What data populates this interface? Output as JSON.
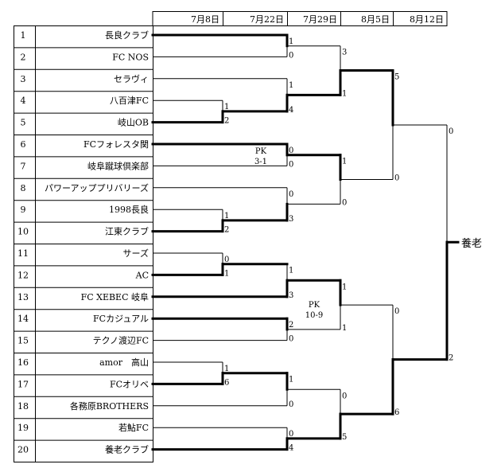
{
  "dates": [
    "7月8日",
    "7月22日",
    "7月29日",
    "8月5日",
    "8月12日"
  ],
  "teams": [
    {
      "num": "1",
      "name": "長良クラブ"
    },
    {
      "num": "2",
      "name": "FC NOS"
    },
    {
      "num": "3",
      "name": "セラヴィ"
    },
    {
      "num": "4",
      "name": "八百津FC"
    },
    {
      "num": "5",
      "name": "岐山OB"
    },
    {
      "num": "6",
      "name": "FCフォレスタ関"
    },
    {
      "num": "7",
      "name": "岐阜蹴球倶楽部"
    },
    {
      "num": "8",
      "name": "パワーアッププリバリーズ"
    },
    {
      "num": "9",
      "name": "1998長良"
    },
    {
      "num": "10",
      "name": "江東クラブ"
    },
    {
      "num": "11",
      "name": "サーズ"
    },
    {
      "num": "12",
      "name": "AC"
    },
    {
      "num": "13",
      "name": "FC XEBEC 岐阜"
    },
    {
      "num": "14",
      "name": "FCカジュアル"
    },
    {
      "num": "15",
      "name": "テクノ渡辺FC"
    },
    {
      "num": "16",
      "name": "amor　高山"
    },
    {
      "num": "17",
      "name": "FCオリベ"
    },
    {
      "num": "18",
      "name": "各務原BROTHERS"
    },
    {
      "num": "19",
      "name": "若鮎FC"
    },
    {
      "num": "20",
      "name": "養老クラブ"
    }
  ],
  "pk_notes": [
    {
      "label": "PK",
      "score": "3-1"
    },
    {
      "label": "PK",
      "score": "10-9"
    }
  ],
  "champion": "養老",
  "scores": {
    "r1": [
      {
        "top": "1",
        "bottom": "2"
      },
      {
        "top": "1",
        "bottom": "2"
      },
      {
        "top": "0",
        "bottom": "1"
      },
      {
        "top": "1",
        "bottom": "6"
      }
    ],
    "r2": [
      {
        "top": "1",
        "bottom": "0"
      },
      {
        "top": "1",
        "bottom": "4"
      },
      {
        "top": "0",
        "bottom": "0"
      },
      {
        "top": "0",
        "bottom": "3"
      },
      {
        "top": "1",
        "bottom": "3"
      },
      {
        "top": "2",
        "bottom": "0"
      },
      {
        "top": "1",
        "bottom": "0"
      },
      {
        "top": "0",
        "bottom": "4"
      }
    ],
    "r3": [
      {
        "top": "3",
        "bottom": "1"
      },
      {
        "top": "1",
        "bottom": "0"
      },
      {
        "top": "1",
        "bottom": "1"
      },
      {
        "top": "0",
        "bottom": "5"
      }
    ],
    "r4": [
      {
        "top": "5",
        "bottom": "0"
      },
      {
        "top": "0",
        "bottom": "6"
      }
    ],
    "final": {
      "top": "0",
      "bottom": "2"
    }
  }
}
